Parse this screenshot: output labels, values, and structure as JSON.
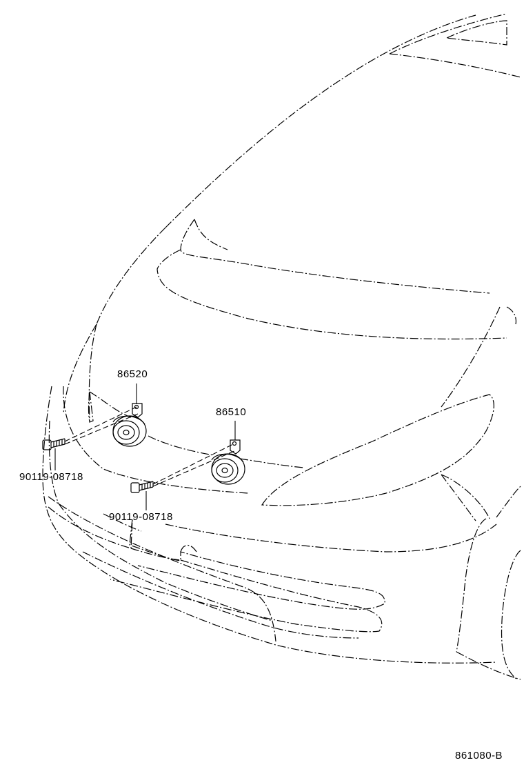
{
  "parts": {
    "horn_high": "86520",
    "horn_low": "86510",
    "bolt_left": "90119-08718",
    "bolt_right": "90119-08718"
  },
  "diagram_code": "861080-B"
}
